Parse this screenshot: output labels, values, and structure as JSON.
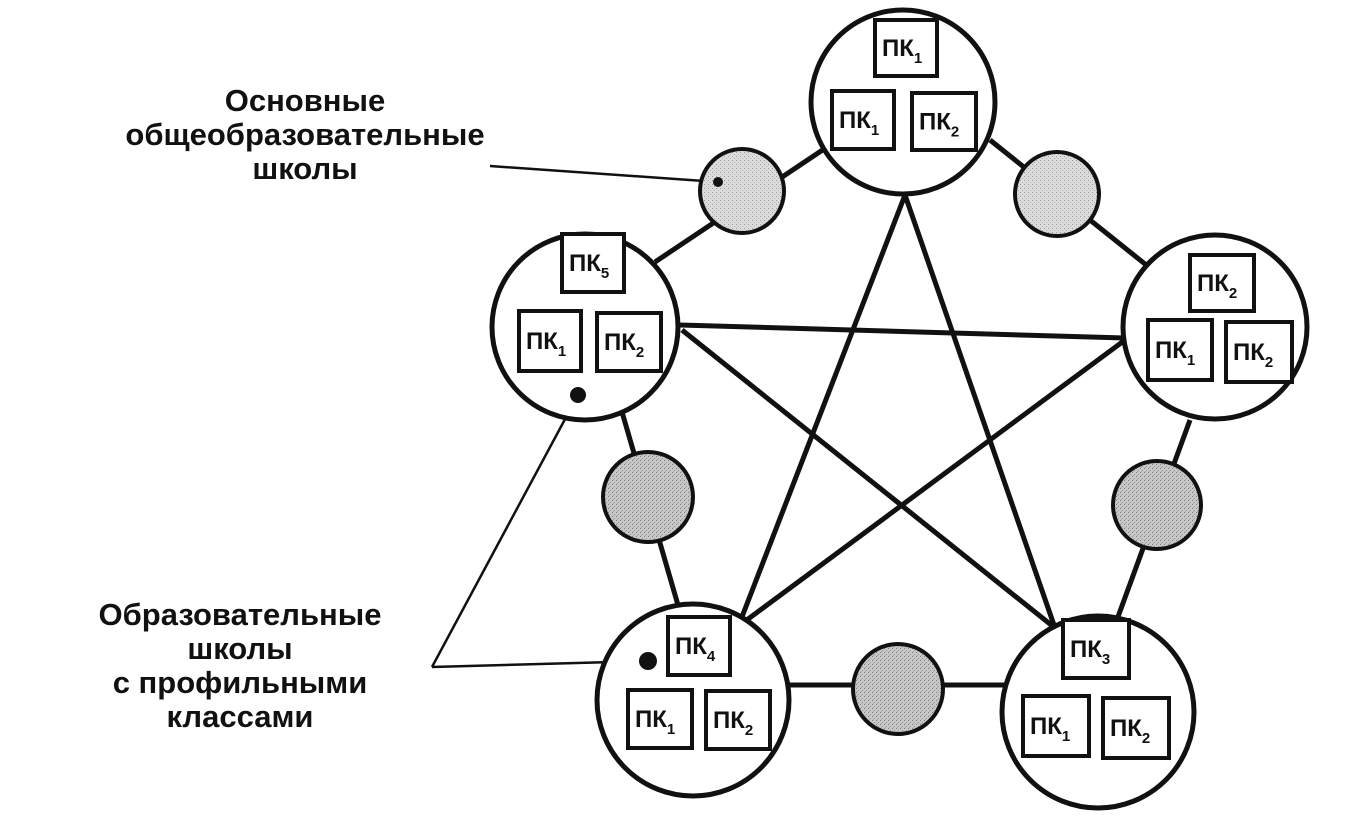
{
  "colors": {
    "stroke": "#111111",
    "small_circle_fill": "#d6d6d6",
    "background": "#ffffff"
  },
  "labels": {
    "basic_schools": [
      "Основные",
      "общеобразовательные",
      "школы"
    ],
    "profile_schools": [
      "Образовательные",
      "школы",
      "с  профильными",
      "классами"
    ]
  },
  "schools": [
    {
      "id": "top",
      "boxes": [
        {
          "text": "ПК",
          "sub": "1"
        },
        {
          "text": "ПК",
          "sub": "1"
        },
        {
          "text": "ПК",
          "sub": "2"
        }
      ]
    },
    {
      "id": "left",
      "boxes": [
        {
          "text": "ПК",
          "sub": "5"
        },
        {
          "text": "ПК",
          "sub": "1"
        },
        {
          "text": "ПК",
          "sub": "2"
        }
      ]
    },
    {
      "id": "right",
      "boxes": [
        {
          "text": "ПК",
          "sub": "2"
        },
        {
          "text": "ПК",
          "sub": "1"
        },
        {
          "text": "ПК",
          "sub": "2"
        }
      ]
    },
    {
      "id": "bottom-left",
      "boxes": [
        {
          "text": "ПК",
          "sub": "4"
        },
        {
          "text": "ПК",
          "sub": "1"
        },
        {
          "text": "ПК",
          "sub": "2"
        }
      ]
    },
    {
      "id": "bottom-right",
      "boxes": [
        {
          "text": "ПК",
          "sub": "3"
        },
        {
          "text": "ПК",
          "sub": "1"
        },
        {
          "text": "ПК",
          "sub": "2"
        }
      ]
    }
  ]
}
